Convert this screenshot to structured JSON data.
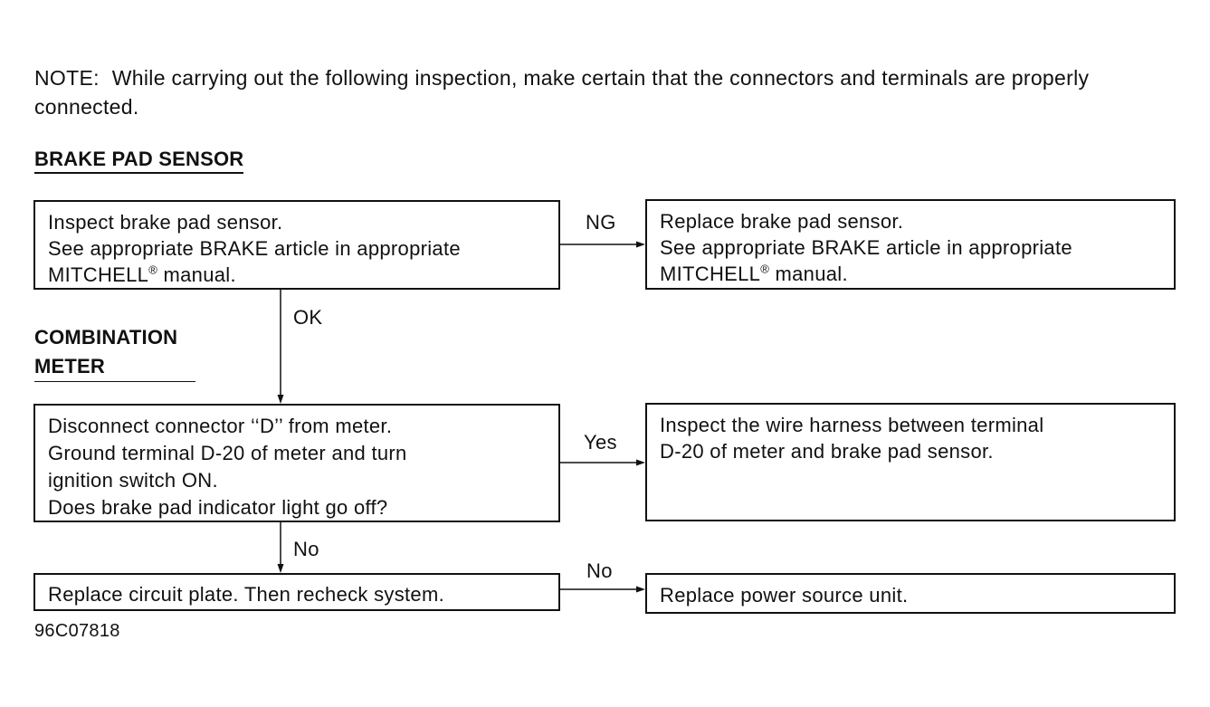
{
  "note": {
    "label": "NOTE:",
    "text": "While carrying out the following inspection, make certain that the connectors and terminals are properly connected."
  },
  "headings": {
    "brake_pad_sensor": "BRAKE PAD SENSOR",
    "combination_meter_line1": "COMBINATION",
    "combination_meter_line2": "METER"
  },
  "boxes": {
    "inspect_sensor": {
      "line1": "Inspect brake pad sensor.",
      "line2": "See appropriate BRAKE article in appropriate",
      "line3_prefix": "MITCHELL",
      "line3_mark": "®",
      "line3_suffix": " manual."
    },
    "replace_sensor": {
      "line1": "Replace brake pad sensor.",
      "line2": "See appropriate BRAKE article in appropriate",
      "line3_prefix": "MITCHELL",
      "line3_mark": "®",
      "line3_suffix": " manual."
    },
    "disconnect": {
      "line1": "Disconnect connector ‘‘D’’ from meter.",
      "line2": "Ground terminal D-20 of meter and turn",
      "line3": "ignition switch ON.",
      "line4": "Does brake pad indicator light go off?"
    },
    "inspect_wire": {
      "line1": "Inspect the wire harness between terminal",
      "line2": "D-20 of meter and brake pad sensor."
    },
    "replace_plate": {
      "line1": "Replace circuit plate. Then recheck system."
    },
    "replace_power": {
      "line1": "Replace power source unit."
    }
  },
  "labels": {
    "ng": "NG",
    "ok": "OK",
    "yes": "Yes",
    "no_down": "No",
    "no_right": "No"
  },
  "figure_id": "96C07818"
}
